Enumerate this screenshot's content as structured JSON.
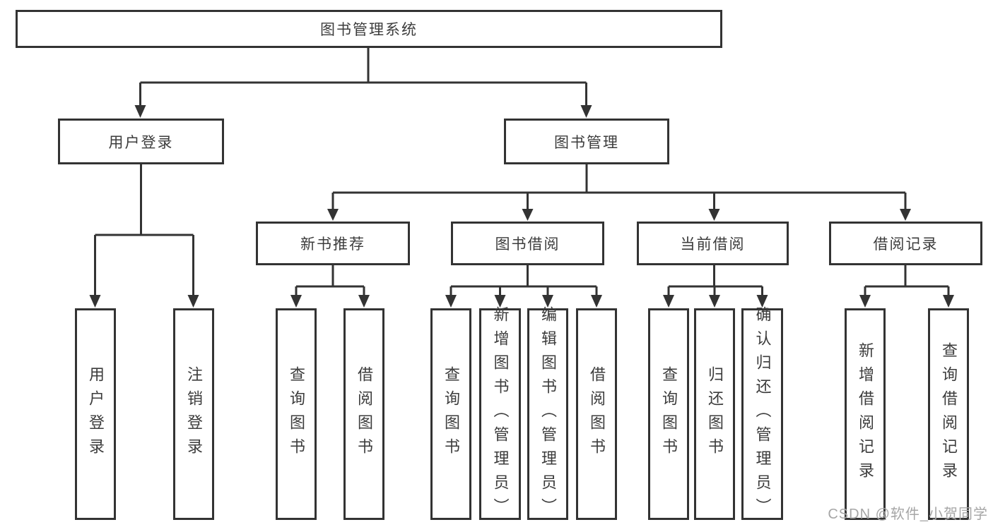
{
  "tree": {
    "root": "图书管理系统",
    "branches": [
      {
        "label": "用户登录",
        "leaves": [
          "用户登录",
          "注销登录"
        ]
      },
      {
        "label": "图书管理",
        "groups": [
          {
            "label": "新书推荐",
            "leaves": [
              "查询图书",
              "借阅图书"
            ]
          },
          {
            "label": "图书借阅",
            "leaves": [
              "查询图书",
              "新增图书（管理员）",
              "编辑图书（管理员）",
              "借阅图书"
            ]
          },
          {
            "label": "当前借阅",
            "leaves": [
              "查询图书",
              "归还图书",
              "确认归还（管理员）"
            ]
          },
          {
            "label": "借阅记录",
            "leaves": [
              "新增借阅记录",
              "查询借阅记录"
            ]
          }
        ]
      }
    ]
  },
  "watermark": "CSDN @软件_小贺同学",
  "colors": {
    "line": "#333333",
    "text": "#3c3c3c",
    "box_background": "#ffffff",
    "watermark": "#a6a6a6",
    "page_background": "#ffffff"
  }
}
